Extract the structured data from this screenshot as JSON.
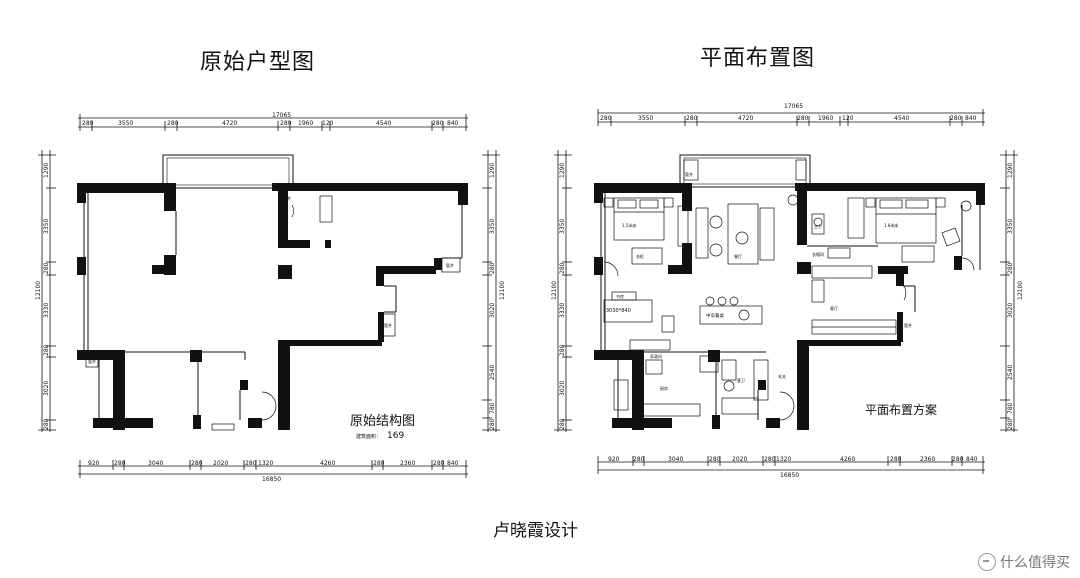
{
  "titles": {
    "original": "原始户型图",
    "layout": "平面布置图"
  },
  "left_plan": {
    "caption": "原始结构图",
    "subcaption": "建筑面积：",
    "area": "169",
    "top_total": "17065",
    "top_dims": [
      "280",
      "3550",
      "280",
      "4720",
      "280",
      "1960",
      "120",
      "4540",
      "280",
      "840"
    ],
    "bottom_total": "16850",
    "bottom_dims": [
      "920",
      "280",
      "3040",
      "280",
      "2020",
      "280",
      "1320",
      "4260",
      "280",
      "2360",
      "280",
      "840"
    ],
    "left_total": "12100",
    "left_dims": [
      "1290",
      "3350",
      "280",
      "3330",
      "280",
      "3020",
      "280"
    ],
    "right_total": "12100",
    "right_dims": [
      "1290",
      "3350",
      "280",
      "3020",
      "2540",
      "780",
      "280"
    ],
    "room_labels": [
      "管井",
      "管井",
      "管井",
      "管井"
    ]
  },
  "right_plan": {
    "caption": "平面布置方案",
    "top_total": "17065",
    "top_dims": [
      "280",
      "3550",
      "280",
      "4720",
      "280",
      "1960",
      "120",
      "4540",
      "280",
      "840"
    ],
    "bottom_total": "16850",
    "bottom_dims": [
      "920",
      "280",
      "3040",
      "280",
      "2020",
      "280",
      "1320",
      "4260",
      "280",
      "2360",
      "280",
      "840"
    ],
    "left_total": "12100",
    "left_dims": [
      "1290",
      "3350",
      "280",
      "3330",
      "280",
      "3020",
      "280"
    ],
    "right_total": "12100",
    "right_dims": [
      "1290",
      "3350",
      "280",
      "3020",
      "2540",
      "780",
      "280"
    ],
    "room_labels": [
      "1.5米床",
      "1.8米床",
      "衣柜",
      "3030*840",
      "中岛餐桌",
      "厨房",
      "餐厅",
      "客厅",
      "书房",
      "主卫",
      "客卫",
      "管井",
      "管井",
      "玄关",
      "衣帽间",
      "家政间"
    ]
  },
  "designer": "卢晓霞设计",
  "watermark": "什么值得买"
}
